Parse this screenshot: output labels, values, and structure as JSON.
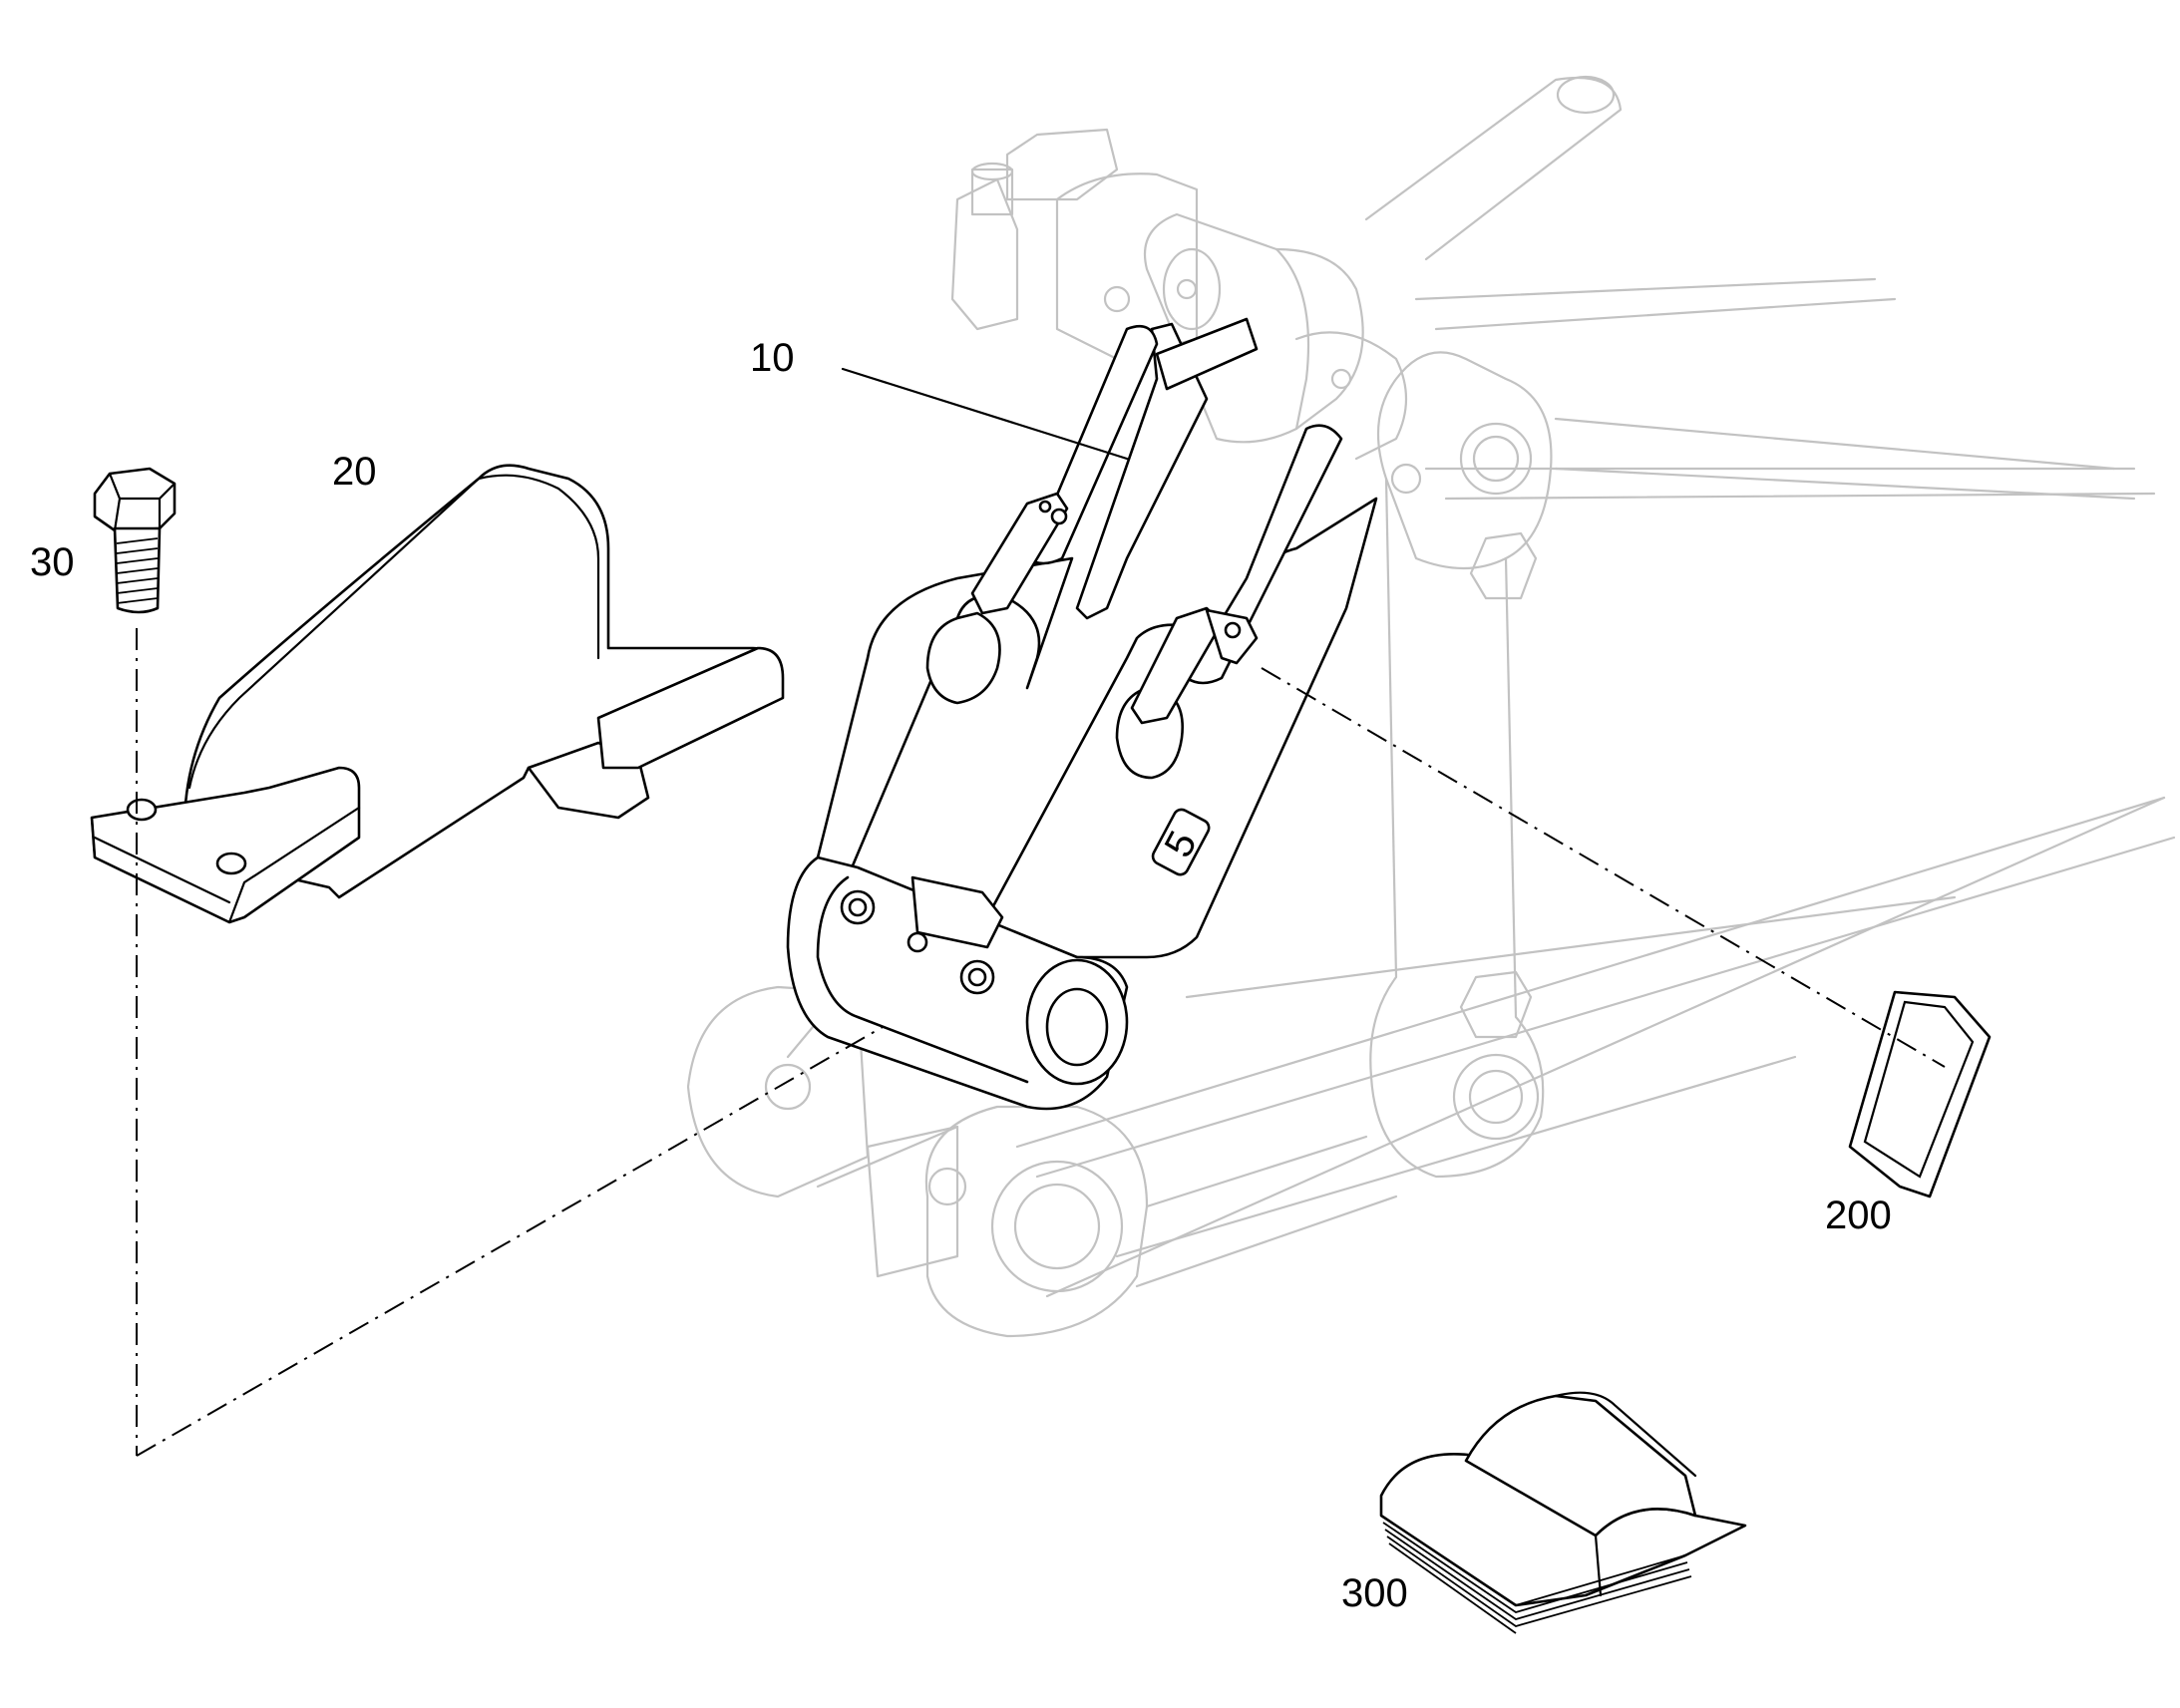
{
  "callouts": {
    "c10": "10",
    "c20": "20",
    "c30": "30",
    "c200": "200",
    "c300": "300"
  },
  "colors": {
    "part_stroke": "#000000",
    "context_stroke": "#c2c2c2",
    "background": "#ffffff"
  },
  "decal_text": "5"
}
